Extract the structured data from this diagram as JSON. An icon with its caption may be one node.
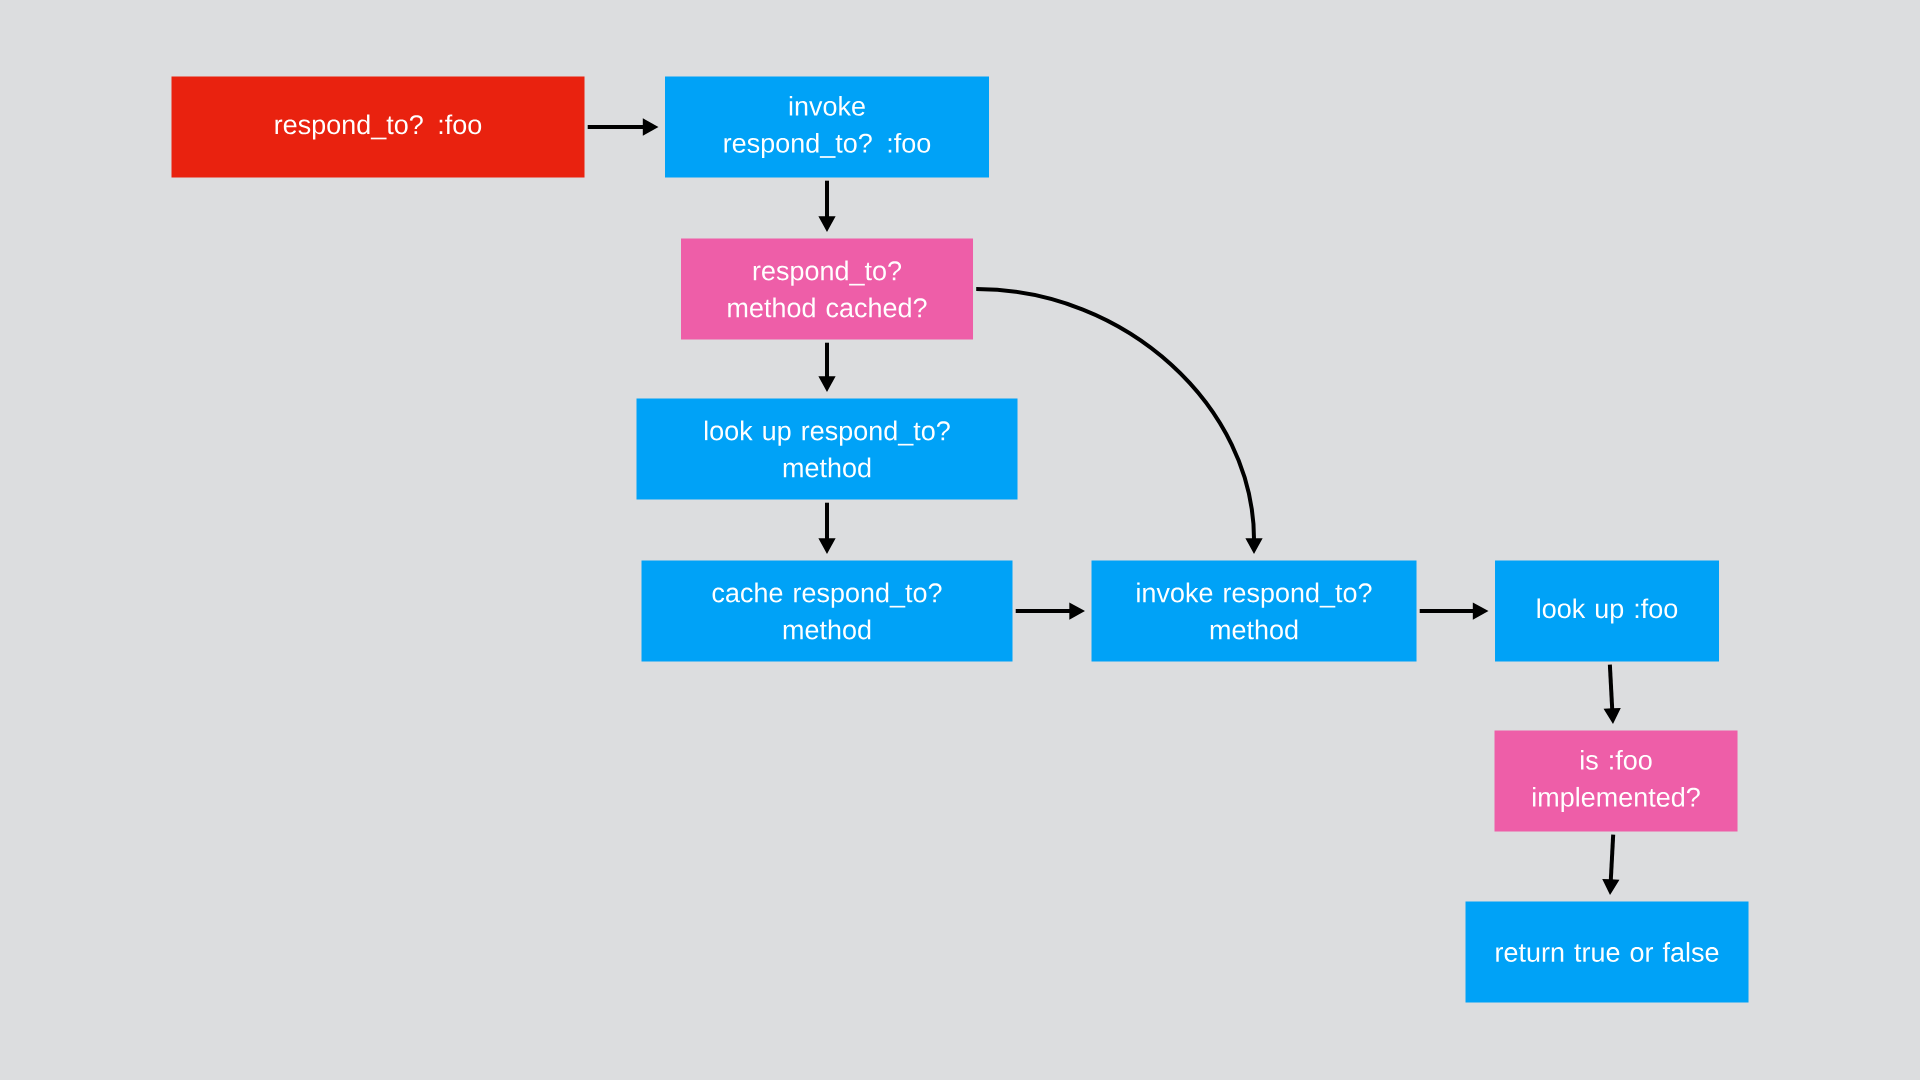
{
  "diagram": {
    "nodes": [
      {
        "text": [
          "respond_to? :foo"
        ]
      },
      {
        "text": [
          "invoke respond_to? :foo"
        ]
      },
      {
        "text": [
          "respond_to? method cached?"
        ]
      },
      {
        "text": [
          "look up respond_to? method"
        ]
      },
      {
        "text": [
          "cache respond_to? method"
        ]
      },
      {
        "text": [
          "invoke respond_to? method"
        ]
      },
      {
        "text": [
          "look up :foo"
        ]
      },
      {
        "text": [
          "is :foo implemented?"
        ]
      },
      {
        "text": [
          "return true or false"
        ]
      }
    ],
    "edges": [
      {
        "from": 0,
        "to": 1,
        "arrow": "to"
      },
      {
        "from": 1,
        "to": 2,
        "arrow": "to"
      },
      {
        "from": 2,
        "to": 3,
        "arrow": "to"
      },
      {
        "from": 2,
        "to": 5,
        "arrow": "to"
      },
      {
        "from": 3,
        "to": 4,
        "arrow": "to"
      },
      {
        "from": 4,
        "to": 5,
        "arrow": "to"
      },
      {
        "from": 5,
        "to": 6,
        "arrow": "to"
      },
      {
        "from": 6,
        "to": 7,
        "arrow": "to"
      },
      {
        "from": 7,
        "to": 8,
        "arrow": "to"
      }
    ]
  }
}
